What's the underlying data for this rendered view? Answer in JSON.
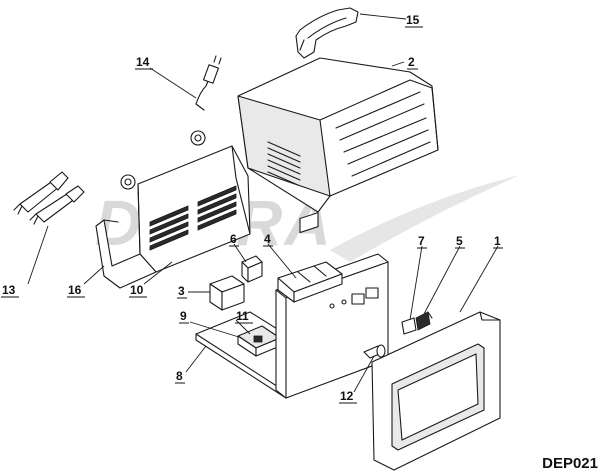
{
  "watermark": "DEDRA",
  "code": "DEP021",
  "callouts": {
    "c1": "1",
    "c2": "2",
    "c3": "3",
    "c4": "4",
    "c5": "5",
    "c6": "6",
    "c7": "7",
    "c8": "8",
    "c9": "9",
    "c10": "10",
    "c11": "11",
    "c12": "12",
    "c13": "13",
    "c14": "14",
    "c15": "15",
    "c16": "16"
  }
}
